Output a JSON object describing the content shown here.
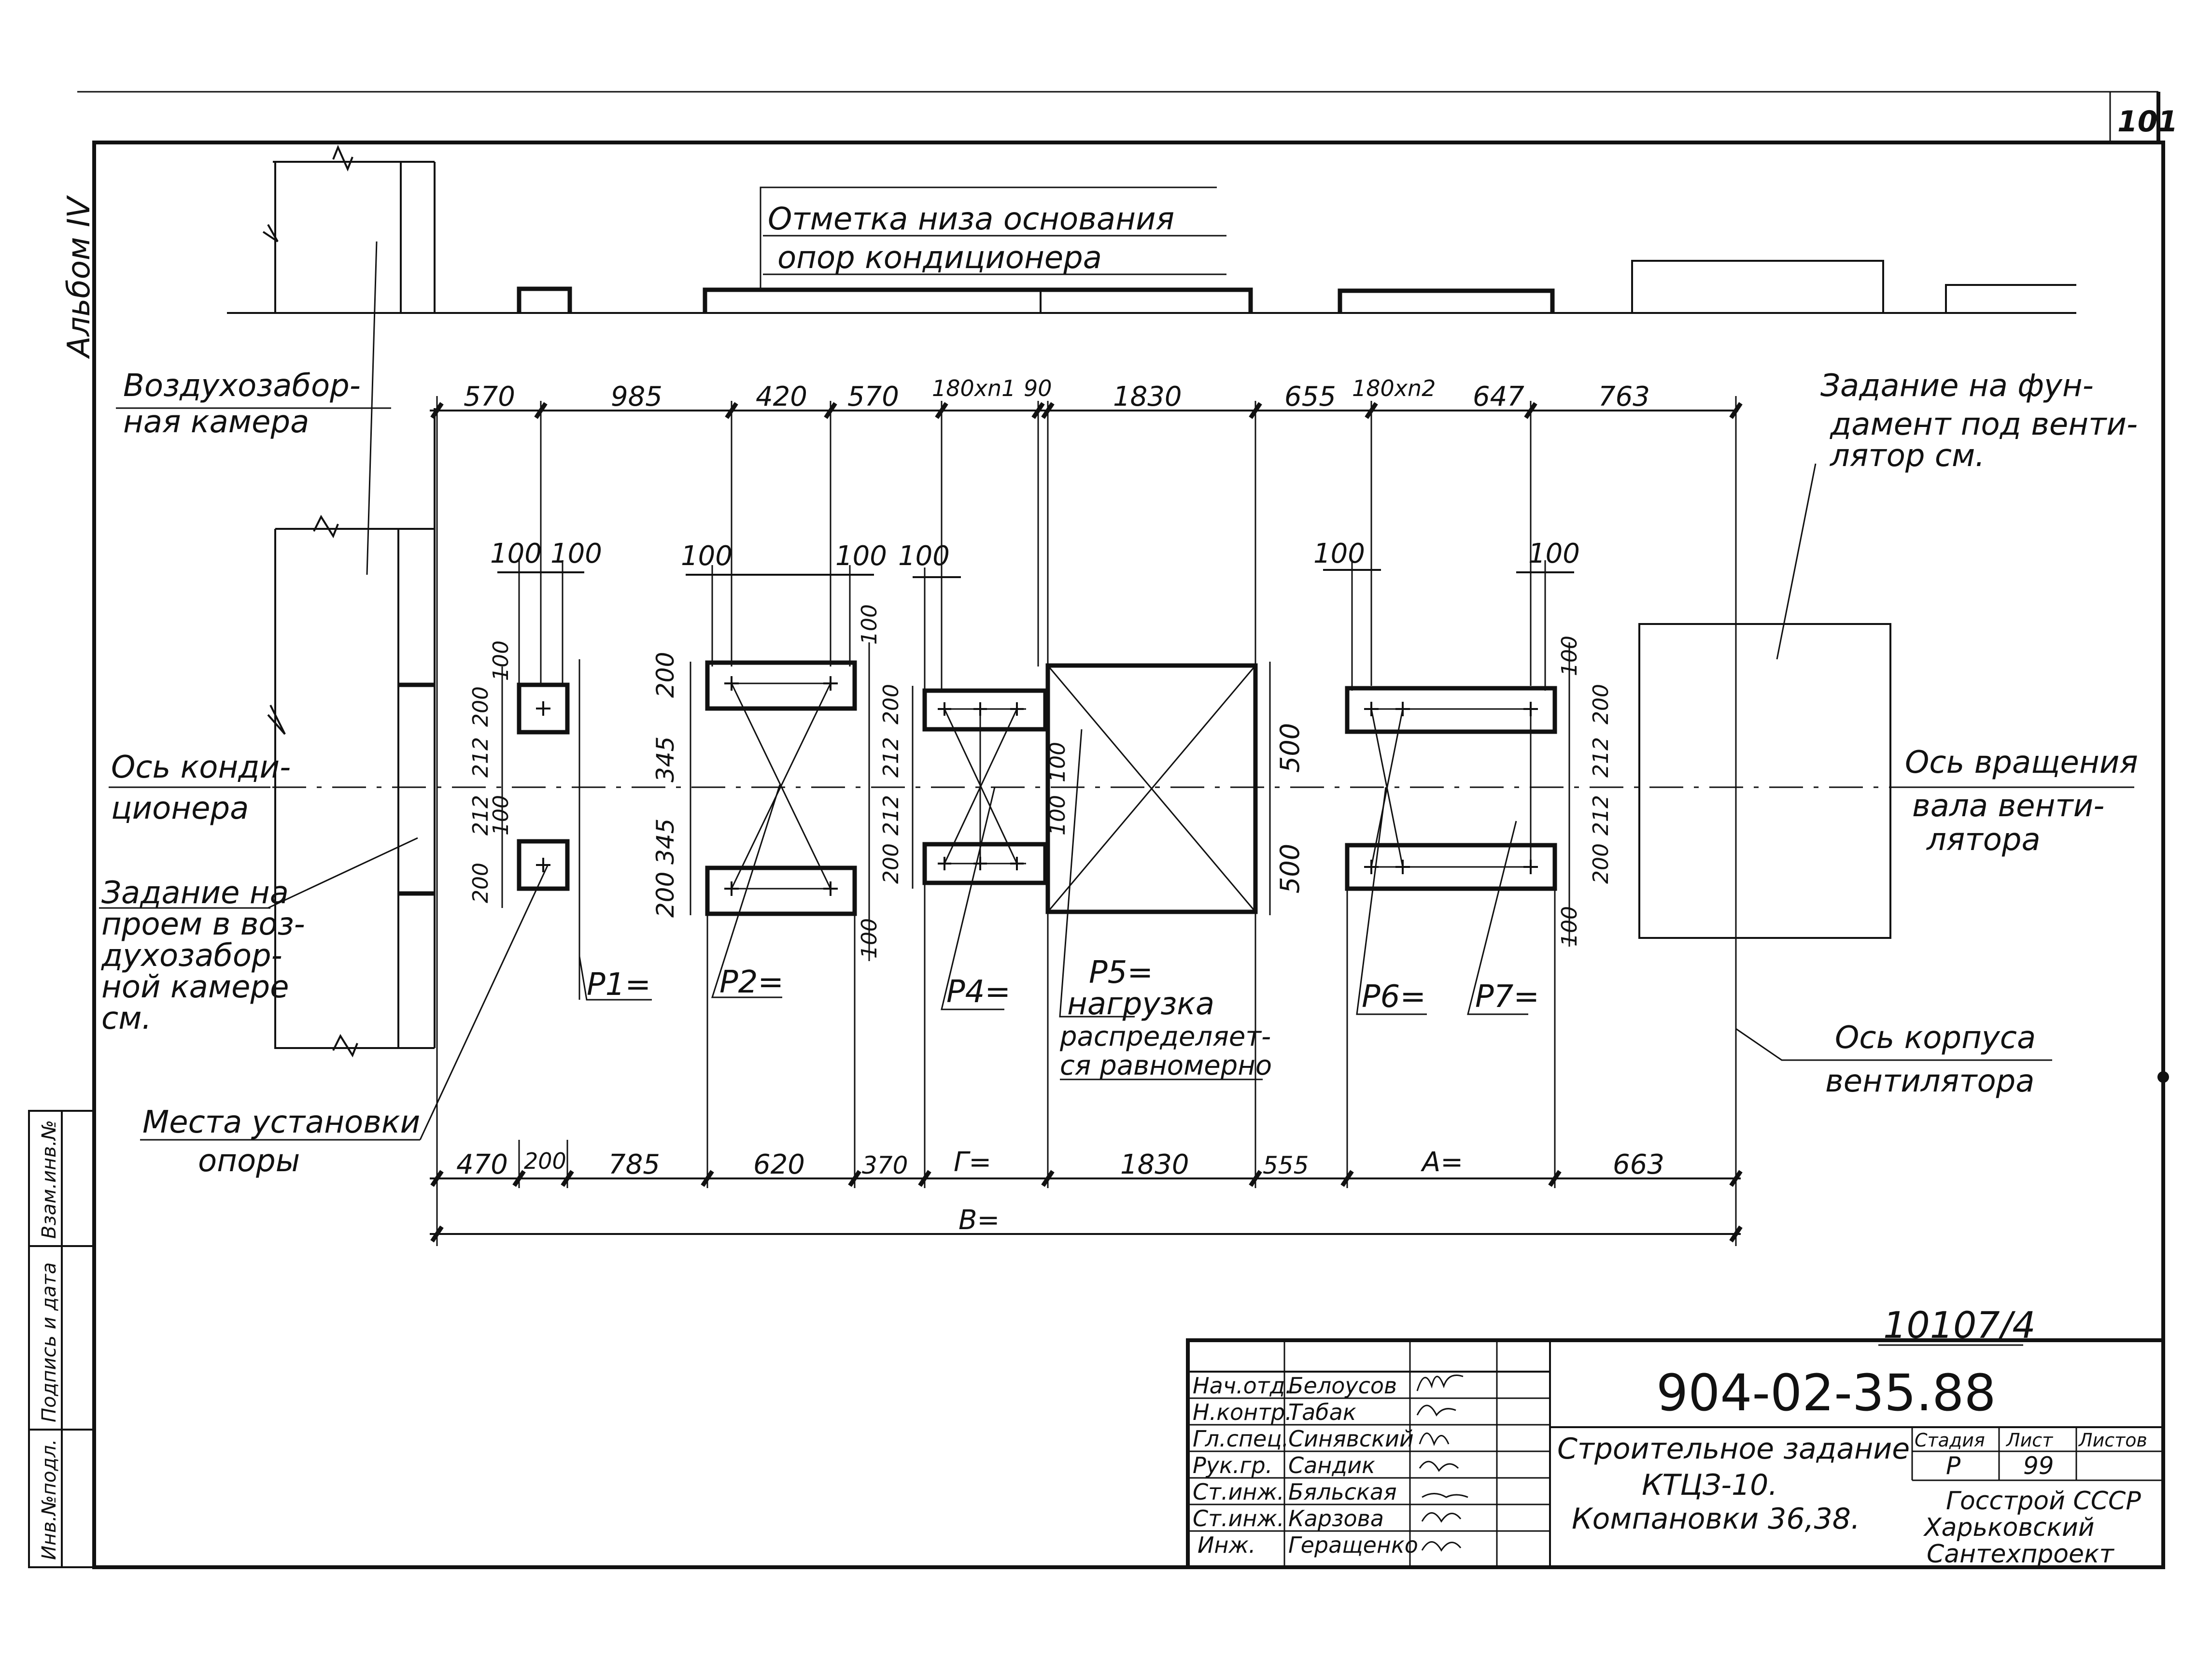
{
  "sheet": {
    "album": "Альбом IV",
    "page_number": "101",
    "drawing_code": "904-02-35.88",
    "inventory": "10107/4"
  },
  "labels": {
    "base_mark_1": "Отметка низа основания",
    "base_mark_2": "опор кондиционера",
    "intake_1": "Воздухозабор-",
    "intake_2": "ная камера",
    "axis_cond_1": "Ось конди-",
    "axis_cond_2": "ционера",
    "opening_1": "Задание на",
    "opening_2": "проем в воз-",
    "opening_3": "духозабор-",
    "opening_4": "ной камере",
    "opening_5": "см.",
    "supports_1": "Места установки",
    "supports_2": "опоры",
    "fan_found_1": "Задание на фун-",
    "fan_found_2": "дамент под венти-",
    "fan_found_3": "лятор см.",
    "fan_axis_1": "Ось вращения",
    "fan_axis_2": "вала венти-",
    "fan_axis_3": "лятора",
    "fan_body_1": "Ось корпуса",
    "fan_body_2": "вентилятора",
    "p1": "P1=",
    "p2": "P2=",
    "p4": "P4=",
    "p5_1": "P5=",
    "p5_2": "нагрузка",
    "p5_3": "распределяет-",
    "p5_4": "ся равномерно",
    "p6": "P6=",
    "p7": "P7="
  },
  "dims_top": [
    "570",
    "985",
    "420",
    "570",
    "180xn1",
    "90",
    "1830",
    "655",
    "180xn2",
    "647",
    "763"
  ],
  "dims_bottom": [
    "470",
    "200",
    "785",
    "620",
    "370",
    "Г=",
    "1830",
    "555",
    "A=",
    "663"
  ],
  "dim_total": "B=",
  "dims_small": {
    "d100_a": "100",
    "d100_b": "100",
    "d100_c": "100",
    "d100_d": "100",
    "d100_e": "100",
    "d100_f": "100",
    "d100_g": "100"
  },
  "dims_vertical": {
    "v100_1": "100",
    "v200_1": "200",
    "v212_1": "212",
    "v212_2": "212",
    "v100_2": "100",
    "v200_2": "200",
    "v200_3": "200",
    "v345_1": "345",
    "v345_2": "345",
    "v200_4": "200",
    "v100_3": "100",
    "v200_5": "200",
    "v100_4": "100",
    "v200_6": "200",
    "v212_3": "212",
    "v212_4": "212",
    "v200_7": "200",
    "v100_5": "100",
    "v100_6": "100",
    "v500_1": "500",
    "v500_2": "500",
    "v100_7": "100",
    "v200_8": "200",
    "v212_5": "212",
    "v212_6": "212",
    "v200_9": "200",
    "v100_8": "100"
  },
  "title_block": {
    "description_1": "Строительное задание",
    "description_2": "КТЦЗ-10.",
    "description_3": "Компановки 36,38.",
    "stage_header": "Стадия",
    "sheet_header": "Лист",
    "sheets_header": "Листов",
    "stage": "P",
    "sheet": "99",
    "org_1": "Госстрой СССР",
    "org_2": "Харьковский",
    "org_3": "Сантехпроект",
    "staff": [
      {
        "role": "Нач.отд.",
        "name": "Белоусов"
      },
      {
        "role": "Н.контр.",
        "name": "Табак"
      },
      {
        "role": "Гл.спец.",
        "name": "Синявский"
      },
      {
        "role": "Рук.гр.",
        "name": "Сандик"
      },
      {
        "role": "Ст.инж.",
        "name": "Бяльская"
      },
      {
        "role": "Ст.инж.",
        "name": "Карзова"
      },
      {
        "role": "Инж.",
        "name": "Геращенко"
      }
    ]
  },
  "side_stamp": {
    "inv": "Инв.№подл.",
    "sign": "Подпись и дата",
    "repl": "Взам.инв.№"
  }
}
